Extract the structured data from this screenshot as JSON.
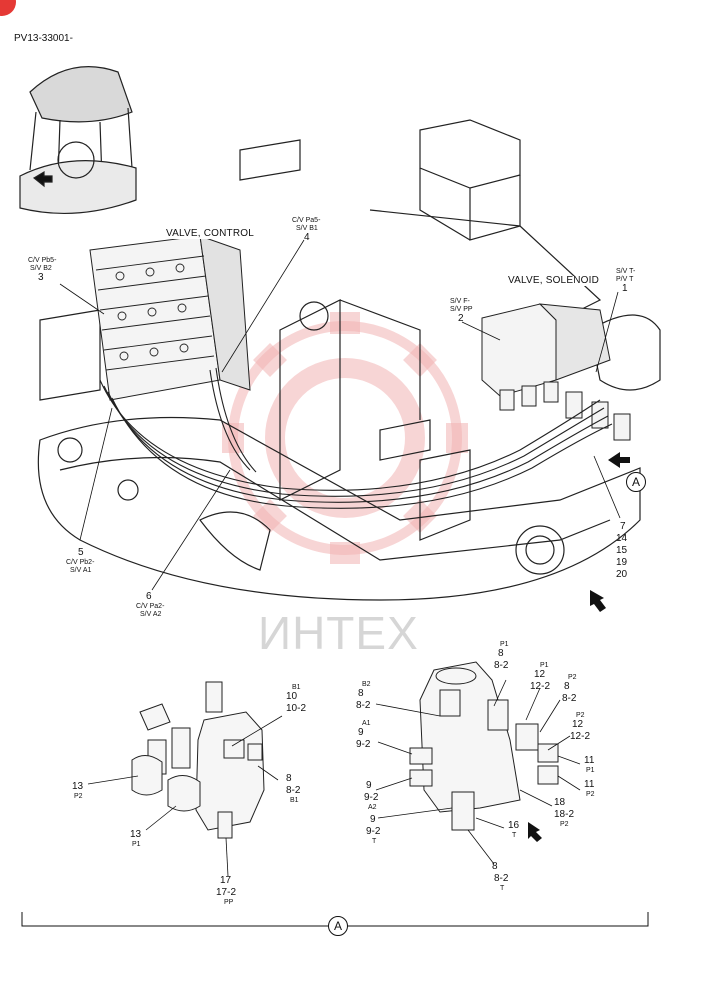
{
  "page": {
    "code": "PV13-33001-"
  },
  "watermark": {
    "text": "ИНТЕХ",
    "color": "#e53935"
  },
  "callouts": {
    "valve_control": "VALVE, CONTROL",
    "valve_solenoid": "VALVE, SOLENOID"
  },
  "labels": {
    "l1": {
      "a": "S/V T-",
      "b": "P/V T",
      "n": "1"
    },
    "l2": {
      "a": "S/V F-",
      "b": "S/V PP",
      "n": "2"
    },
    "l3": {
      "a": "C/V Pb5-",
      "b": "S/V B2",
      "n": "3"
    },
    "l4": {
      "a": "C/V Pa5-",
      "b": "S/V B1",
      "n": "4"
    },
    "l5": {
      "n": "5",
      "a": "C/V Pb2-",
      "b": "S/V A1"
    },
    "l6": {
      "n": "6",
      "a": "C/V Pa2-",
      "b": "S/V A2"
    },
    "l7": [
      "7",
      "14",
      "15",
      "19",
      "20"
    ]
  },
  "view_a": {
    "letter": "A"
  },
  "left_detail": {
    "b1_top": {
      "port": "B1",
      "n1": "10",
      "n2": "10-2"
    },
    "b1_bottom": {
      "n1": "8",
      "n2": "8-2",
      "port": "B1"
    },
    "p2": {
      "n": "13",
      "port": "P2"
    },
    "p1": {
      "n": "13",
      "port": "P1"
    },
    "pp": {
      "n1": "17",
      "n2": "17-2",
      "port": "PP"
    }
  },
  "right_detail": {
    "p1_top": {
      "port": "P1",
      "n1": "8",
      "n2": "8-2"
    },
    "p1_12": {
      "port": "P1",
      "n1": "12",
      "n2": "12-2"
    },
    "p2_8": {
      "port": "P2",
      "n1": "8",
      "n2": "8-2"
    },
    "p2_12": {
      "port": "P2",
      "n1": "12",
      "n2": "12-2"
    },
    "b2": {
      "port": "B2",
      "n1": "8",
      "n2": "8-2"
    },
    "a1": {
      "port": "A1",
      "n1": "9",
      "n2": "9-2"
    },
    "a2": {
      "n1": "9",
      "n2": "9-2",
      "port": "A2"
    },
    "t9": {
      "n1": "9",
      "n2": "9-2",
      "port": "T"
    },
    "t16": {
      "n": "16",
      "port": "T"
    },
    "t8": {
      "n1": "8",
      "n2": "8-2",
      "port": "T"
    },
    "p1_11": {
      "n": "11",
      "port": "P1"
    },
    "p2_11": {
      "n": "11",
      "port": "P2"
    },
    "p2_18": {
      "n1": "18",
      "n2": "18-2",
      "port": "P2"
    }
  }
}
